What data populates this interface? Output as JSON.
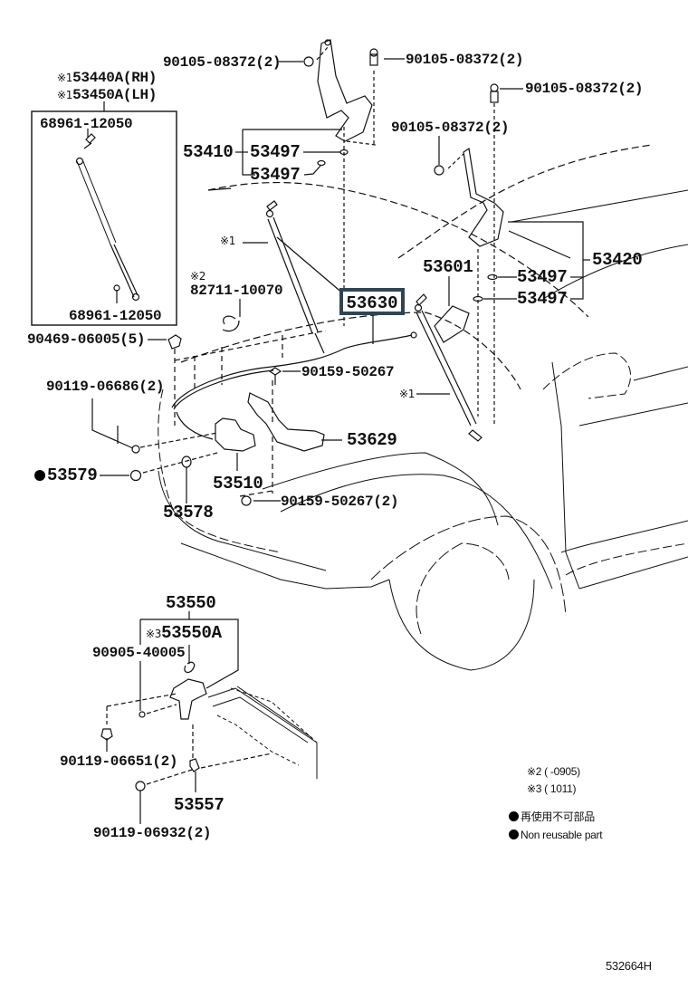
{
  "diagram": {
    "title": "Hood / Hood Lock & Hinge parts diagram",
    "figure_id": "532664H",
    "highlight_color": "#2f4553",
    "highlighted_part": "53630",
    "labels": {
      "p_90105_a": "90105-08372(2)",
      "p_90105_b": "90105-08372(2)",
      "p_90105_c": "90105-08372(2)",
      "p_90105_d": "90105-08372(2)",
      "note_mark_1": "※1",
      "p_53440a": "53440A(RH)",
      "p_53450a": "53450A(LH)",
      "p_68961_top": "68961-12050",
      "p_68961_bot": "68961-12050",
      "p_53410": "53410",
      "p_53497_a": "53497",
      "p_53497_b": "53497",
      "p_53497_c": "53497",
      "p_53497_d": "53497",
      "p_53420": "53420",
      "p_53601": "53601",
      "p_53630": "53630",
      "note_mark_2": "※2",
      "p_82711": "82711-10070",
      "p_90469": "90469-06005(5)",
      "p_90159_a": "90159-50267",
      "p_90159_b": "90159-50267(2)",
      "p_90119_06686": "90119-06686(2)",
      "p_53629": "53629",
      "p_53579": "53579",
      "p_53510": "53510",
      "p_53578": "53578",
      "strut_mark_left": "※1",
      "strut_mark_right": "※1",
      "p_53550": "53550",
      "note_mark_3": "※3",
      "p_53550a": "53550A",
      "p_90905": "90905-40005",
      "p_90119_06651": "90119-06651(2)",
      "p_53557": "53557",
      "p_90119_06932": "90119-06932(2)"
    },
    "legend": {
      "note2": "※2 (      -0905)",
      "note3": "※3 (       1011)",
      "non_reusable_jp": "再使用不可部品",
      "non_reusable_en": "Non  reusable part"
    }
  }
}
